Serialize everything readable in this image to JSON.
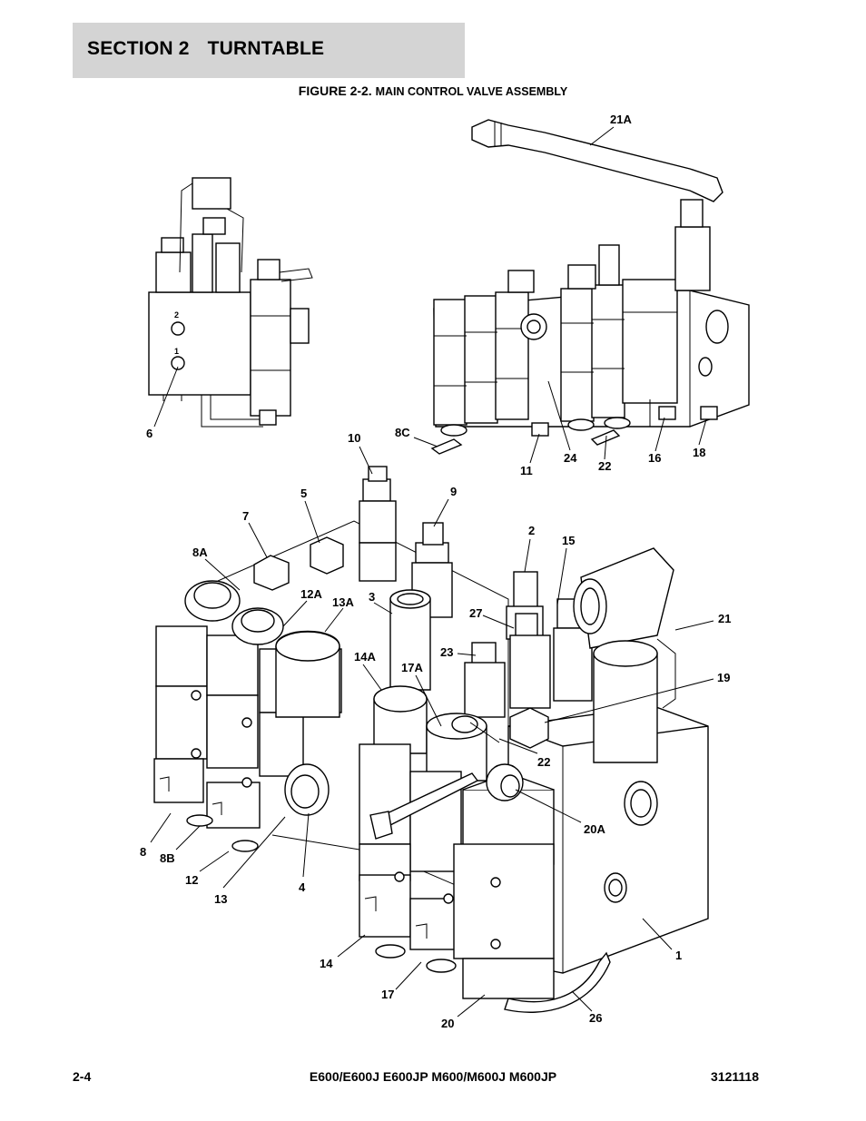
{
  "header": {
    "section_label": "SECTION 2",
    "section_name": "TURNTABLE"
  },
  "figure": {
    "number": "FIGURE 2-2.",
    "caption": "MAIN CONTROL VALVE ASSEMBLY"
  },
  "callouts": {
    "c21A": "21A",
    "c6": "6",
    "c8C": "8C",
    "c11": "11",
    "c24": "24",
    "c22top": "22",
    "c16": "16",
    "c18": "18",
    "c10": "10",
    "c5": "5",
    "c9": "9",
    "c7": "7",
    "c2": "2",
    "c15": "15",
    "c8A": "8A",
    "c12A": "12A",
    "c13A": "13A",
    "c3": "3",
    "c27": "27",
    "c21": "21",
    "c14A": "14A",
    "c17A": "17A",
    "c23": "23",
    "c19": "19",
    "c22": "22",
    "c20A": "20A",
    "c8": "8",
    "c8B": "8B",
    "c12": "12",
    "c13": "13",
    "c4": "4",
    "c1": "1",
    "c14": "14",
    "c17": "17",
    "c26": "26",
    "c20": "20",
    "port2": "2",
    "port1": "1"
  },
  "footer": {
    "page": "2-4",
    "models": "E600/E600J E600JP M600/M600J M600JP",
    "doc_number": "3121118"
  }
}
